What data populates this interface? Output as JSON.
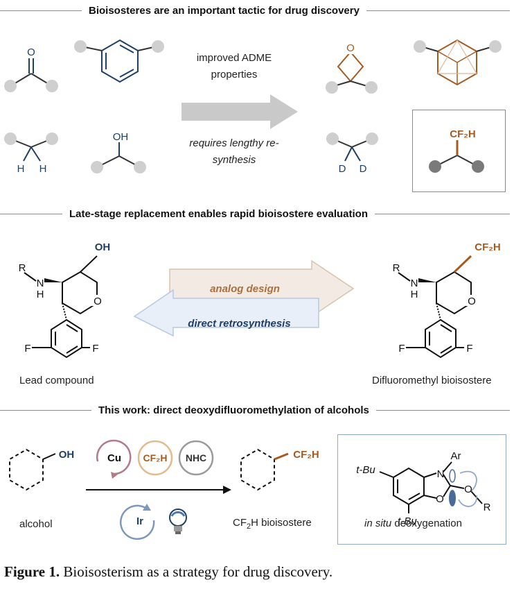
{
  "colors": {
    "blue": "#1e3f66",
    "orange": "#a65a1e",
    "grey_atom": "#cfcfcf",
    "dark_atom": "#7a7a7a",
    "copper": "#b07a88",
    "cf2h_ring": "#e6b98a",
    "nhc_ring": "#9a9a9a",
    "ir_ring": "#7d98bd"
  },
  "section1": {
    "title": "Bioisosteres are an important tactic for drug discovery",
    "arrow_top": "improved ADME properties",
    "arrow_bottom": "requires lengthy re-synthesis"
  },
  "section2": {
    "title": "Late-stage replacement enables rapid bioisostere evaluation",
    "left_caption": "Lead compound",
    "right_caption": "Difluoromethyl bioisostere",
    "forward_arrow": "analog design",
    "reverse_arrow": "direct retrosynthesis"
  },
  "section3": {
    "title": "This work: direct deoxydifluoromethylation of alcohols",
    "alcohol_label": "alcohol",
    "product_label_main": "CF",
    "product_label_sub": "2",
    "product_label_tail": "H bioisostere",
    "catalysts": [
      "Cu",
      "CF₂H",
      "NHC"
    ],
    "photocatalyst": "Ir",
    "box_caption_italic": "in situ",
    "box_caption_rest": " deoxygenation"
  },
  "atoms": {
    "O": "O",
    "OH": "OH",
    "H": "H",
    "D": "D",
    "F": "F",
    "R": "R",
    "N": "N",
    "CF2H": "CF₂H",
    "Ar": "Ar",
    "tBu": "t-Bu"
  },
  "caption": {
    "bold": "Figure 1.",
    "text": " Bioisosterism as a strategy for drug discovery."
  }
}
